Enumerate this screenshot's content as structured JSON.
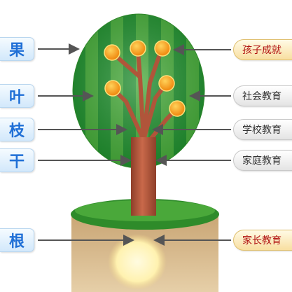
{
  "left_labels": {
    "fruit": "果",
    "leaf": "叶",
    "branch": "枝",
    "trunk": "干",
    "root": "根"
  },
  "right_labels": {
    "child_achievement": "孩子成就",
    "social_education": "社会教育",
    "school_education": "学校教育",
    "family_education": "家庭教育",
    "parent_education": "家长教育"
  },
  "colors": {
    "crown_light": "#7ac143",
    "crown_dark": "#1f8a2e",
    "trunk": "#b0553a",
    "fruit": "#f39a1c",
    "soil": "#d9b98a",
    "grass": "#2e8b2a",
    "label_blue": "#1f6fd6",
    "label_red": "#b01010"
  }
}
